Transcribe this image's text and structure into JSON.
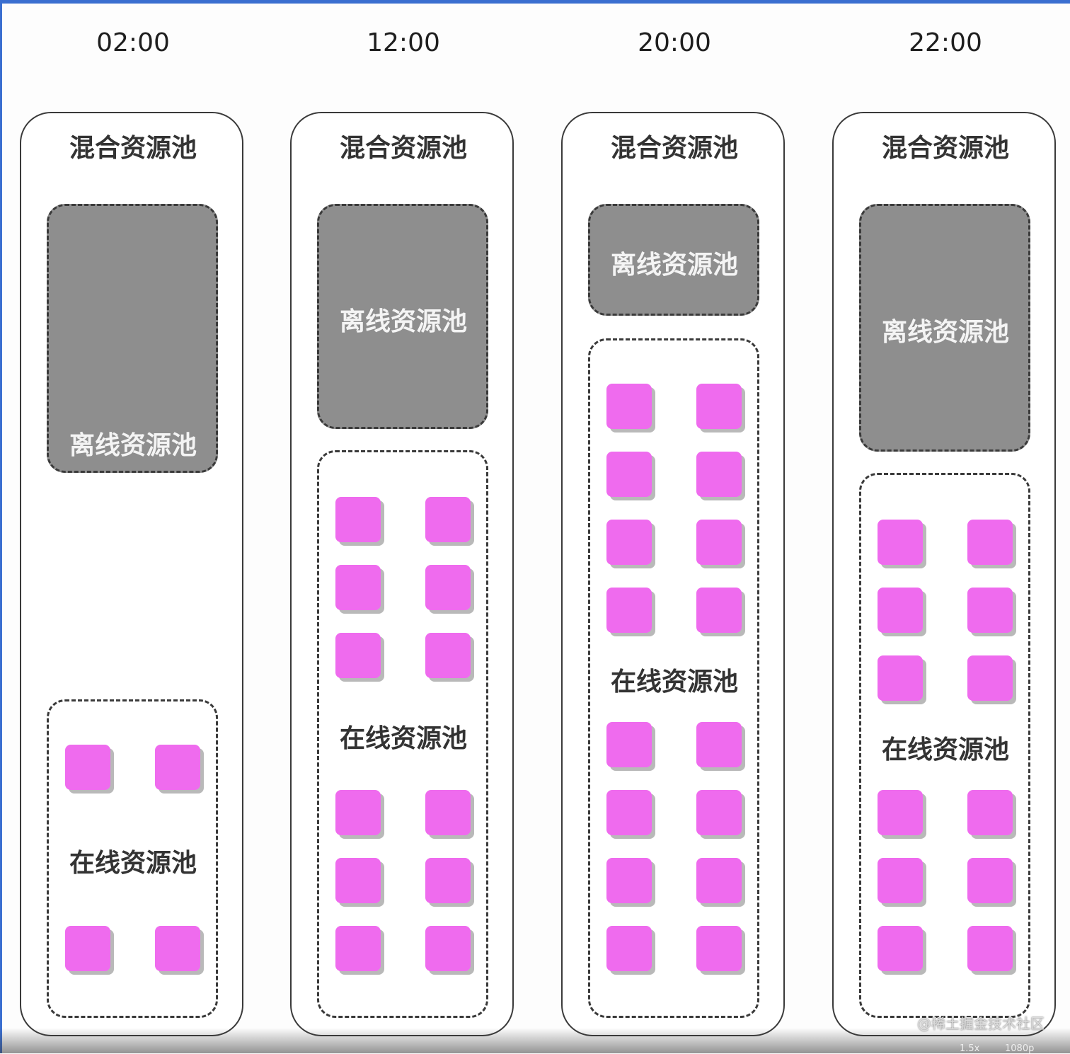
{
  "columns": [
    {
      "time": "02:00",
      "mixed_title": "混合资源池",
      "offline": {
        "label": "离线资源池"
      },
      "online": {
        "label": "在线资源池",
        "instances_above_label": 2,
        "instances_below_label": 2
      }
    },
    {
      "time": "12:00",
      "mixed_title": "混合资源池",
      "offline": {
        "label": "离线资源池"
      },
      "online": {
        "label": "在线资源池",
        "instances_above_label": 6,
        "instances_below_label": 6
      }
    },
    {
      "time": "20:00",
      "mixed_title": "混合资源池",
      "offline": {
        "label": "离线资源池"
      },
      "online": {
        "label": "在线资源池",
        "instances_above_label": 8,
        "instances_below_label": 8
      }
    },
    {
      "time": "22:00",
      "mixed_title": "混合资源池",
      "offline": {
        "label": "离线资源池"
      },
      "online": {
        "label": "在线资源池",
        "instances_above_label": 6,
        "instances_below_label": 6
      }
    }
  ],
  "colors": {
    "online_instance": "#ef6bee",
    "offline_pool": "#8e8e8e",
    "border": "#3a3a3a"
  },
  "watermark": "@稀土掘金技术社区",
  "player": {
    "speed": "1.5x",
    "quality": "1080p"
  }
}
